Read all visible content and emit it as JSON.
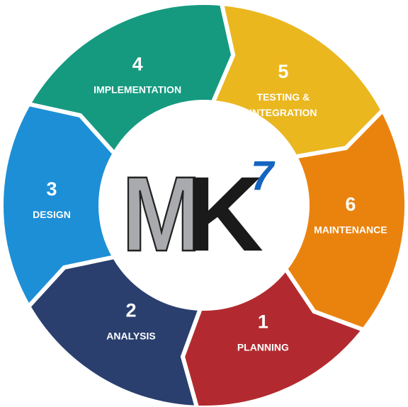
{
  "logo": {
    "letter_m": "M",
    "letter_k": "K",
    "superscript": "7",
    "colors": {
      "m": "#a8aaad",
      "k": "#1a1a1a",
      "seven": "#1565c0"
    }
  },
  "cycle": {
    "steps": [
      {
        "number": "1",
        "lines": [
          "PLANNING"
        ],
        "color": "#b22a2f"
      },
      {
        "number": "2",
        "lines": [
          "ANALYSIS"
        ],
        "color": "#2a3f6e"
      },
      {
        "number": "3",
        "lines": [
          "DESIGN"
        ],
        "color": "#1d8fd6"
      },
      {
        "number": "4",
        "lines": [
          "IMPLEMENTATION"
        ],
        "color": "#159a80"
      },
      {
        "number": "5",
        "lines": [
          "TESTING &",
          "INTEGRATION"
        ],
        "color": "#eab71f"
      },
      {
        "number": "6",
        "lines": [
          "MAINTENANCE"
        ],
        "color": "#ea830e"
      }
    ]
  }
}
